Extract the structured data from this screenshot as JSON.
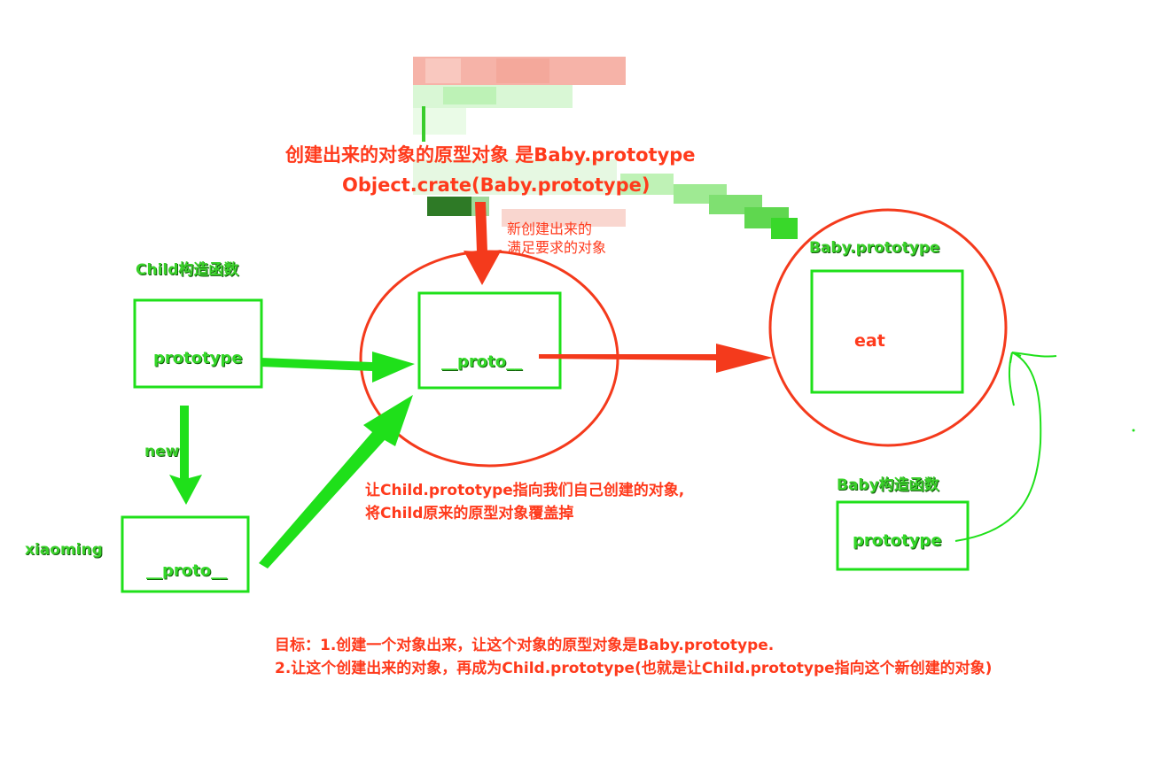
{
  "colors": {
    "green": "#1fe01a",
    "red": "#f43a1c",
    "red_text": "#ff3a1c"
  },
  "child": {
    "title": "Child构造函数",
    "prototype_label": "prototype",
    "new_label": "new"
  },
  "xiaoming": {
    "title": "xiaoming",
    "proto_label": "__proto__"
  },
  "new_object": {
    "proto_label": "__proto__",
    "caption_line1": "创建出来的对象的原型对象 是Baby.prototype",
    "caption_line2": "Object.crate(Baby.prototype)",
    "note_line1": "新创建出来的",
    "note_line2": "满足要求的对象"
  },
  "baby_prototype": {
    "title": "Baby.prototype",
    "method_label": "eat"
  },
  "baby": {
    "title": "Baby构造函数",
    "prototype_label": "prototype"
  },
  "middle_note": {
    "line1": "让Child.prototype指向我们自己创建的对象,",
    "line2": "将Child原来的原型对象覆盖掉"
  },
  "goal": {
    "line1": "目标：1.创建一个对象出来，让这个对象的原型对象是Baby.prototype.",
    "line2": "2.让这个创建出来的对象，再成为Child.prototype(也就是让Child.prototype指向这个新创建的对象)"
  }
}
